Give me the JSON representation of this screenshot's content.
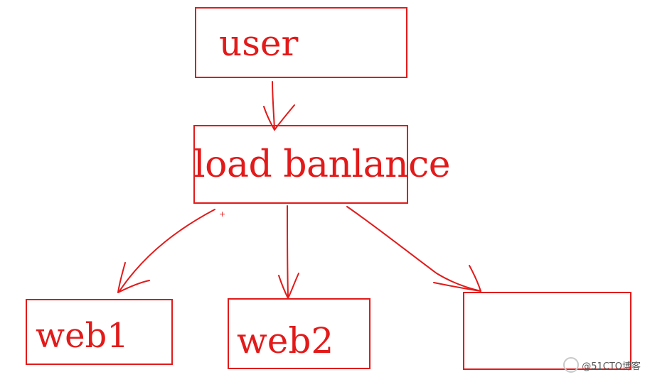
{
  "diagram": {
    "nodes": {
      "user": {
        "label": "user"
      },
      "load_balance": {
        "label": "load banlance"
      },
      "web1": {
        "label": "web1"
      },
      "web2": {
        "label": "web2"
      },
      "web3": {
        "label": ""
      }
    },
    "edges": [
      {
        "from": "user",
        "to": "load_balance"
      },
      {
        "from": "load_balance",
        "to": "web1"
      },
      {
        "from": "load_balance",
        "to": "web2"
      },
      {
        "from": "load_balance",
        "to": "web3"
      }
    ],
    "stroke_color": "#e21a1a"
  },
  "watermark": {
    "text": "@51CTO博客"
  }
}
